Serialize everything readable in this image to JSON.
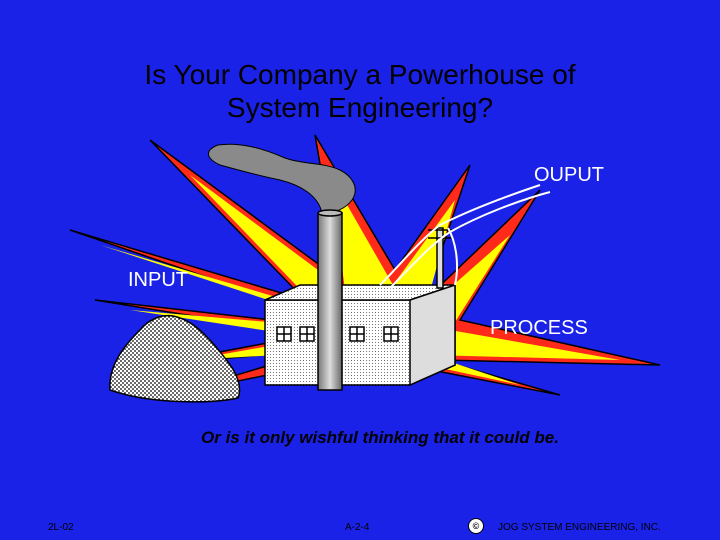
{
  "slide": {
    "title_line1": "Is Your Company a Powerhouse of",
    "title_line2": "System Engineering?",
    "label_output": "OUPUT",
    "label_input": "INPUT",
    "label_process": "PROCESS",
    "subtitle": "Or is it only wishful thinking that it could be.",
    "footer_left": "2L-02",
    "footer_center": "A-2-4",
    "footer_right": "JOG SYSTEM ENGINEERING, INC.",
    "logo_mark": "©"
  },
  "colors": {
    "background": "#1a22e8",
    "burst_red": "#ff2a1a",
    "burst_yellow": "#ffff00",
    "smoke": "#8a8a8a"
  }
}
